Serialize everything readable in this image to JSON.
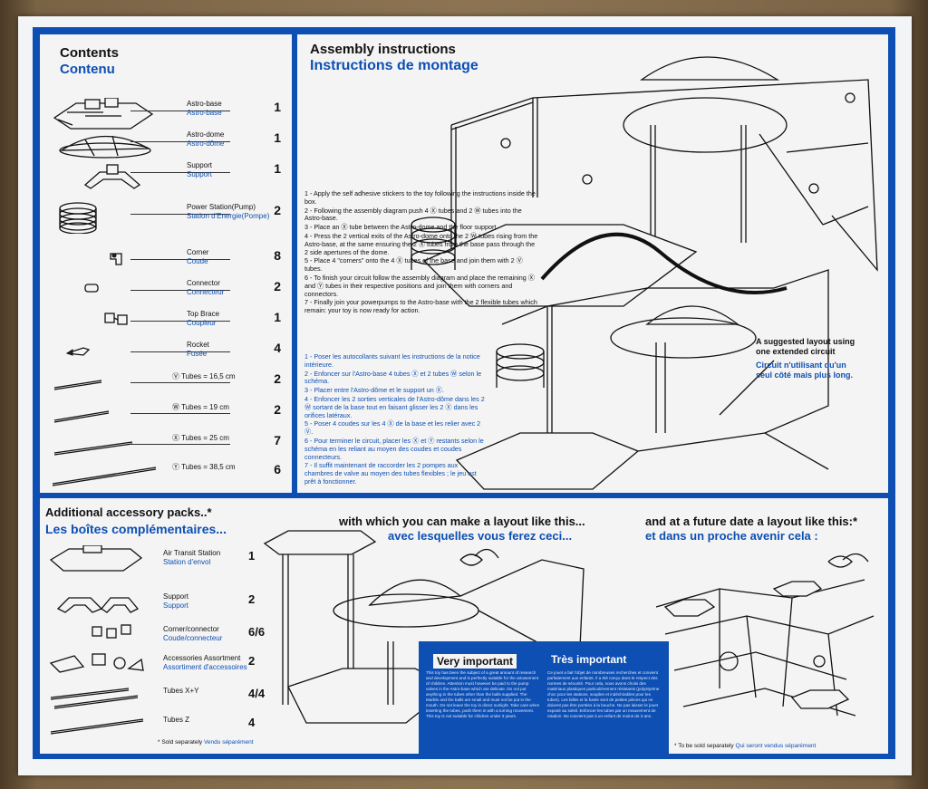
{
  "contents": {
    "title_en": "Contents",
    "title_fr": "Contenu",
    "items": [
      {
        "en": "Astro-base",
        "fr": "Astro-base",
        "qty": "1"
      },
      {
        "en": "Astro-dome",
        "fr": "Astro-dôme",
        "qty": "1"
      },
      {
        "en": "Support",
        "fr": "Support",
        "qty": "1"
      },
      {
        "en": "Power Station(Pump)",
        "fr": "Station d'Energie(Pompe)",
        "qty": "2"
      },
      {
        "en": "Corner",
        "fr": "Coude",
        "qty": "8"
      },
      {
        "en": "Connector",
        "fr": "Connecteur",
        "qty": "2"
      },
      {
        "en": "Top Brace",
        "fr": "Coupleur",
        "qty": "1"
      },
      {
        "en": "Rocket",
        "fr": "Fusée",
        "qty": "4"
      },
      {
        "en": "Ⓥ Tubes = 16,5 cm",
        "fr": "",
        "qty": "2"
      },
      {
        "en": "Ⓦ Tubes = 19 cm",
        "fr": "",
        "qty": "2"
      },
      {
        "en": "Ⓧ Tubes = 25 cm",
        "fr": "",
        "qty": "7"
      },
      {
        "en": "Ⓨ Tubes = 38,5 cm",
        "fr": "",
        "qty": "6"
      }
    ]
  },
  "assembly": {
    "title_en": "Assembly instructions",
    "title_fr": "Instructions de montage",
    "steps_en": [
      "1 - Apply the self adhesive stickers to the toy following the instructions inside the box.",
      "2 - Following the assembly diagram push 4 Ⓧ tubes and 2 Ⓦ tubes into the Astro-base.",
      "3 - Place an Ⓧ tube between the Astro-dome and the floor support.",
      "4 - Press the 2 vertical exits of the Astro-dome onto the 2 Ⓦ tubes rising from the Astro-base, at the same ensuring the 2 Ⓧ tubes from the base pass through the 2 side apertures of the dome.",
      "5 - Place 4 \"corners\" onto the 4 Ⓧ tubes of the base and join them with 2 Ⓥ tubes.",
      "6 - To finish your circuit follow the assembly diagram and place the remaining Ⓧ and Ⓨ tubes in their respective positions and join them with corners and connectors.",
      "7 - Finally join your powerpumps to the Astro-base with the 2 flexible tubes which remain: your toy is now ready for action."
    ],
    "steps_fr": [
      "1 - Poser les autocollants suivant les instructions de la notice intérieure.",
      "2 - Enfoncer sur l'Astro-base 4 tubes Ⓧ et 2 tubes Ⓦ selon le schéma.",
      "3 - Placer entre l'Astro-dôme et le support un Ⓧ.",
      "4 - Enfoncer les 2 sorties verticales de l'Astro-dôme dans les 2 Ⓦ sortant de la base tout en faisant glisser les 2 Ⓧ dans les orifices latéraux.",
      "5 - Poser 4 coudes sur les 4 Ⓧ de la base et les relier avec 2 Ⓥ.",
      "6 - Pour terminer le circuit, placer les Ⓧ et Ⓨ restants selon le schéma en les reliant au moyen des coudes et coudes connecteurs.",
      "7 - Il suffit maintenant de raccorder les 2 pompes aux chambres de valve au moyen des tubes flexibles ; le jeu est prêt à fonctionner."
    ],
    "suggest_en": "A suggested layout using one extended circuit",
    "suggest_fr": "Circuit n'utilisant qu'un seul côté mais plus long.",
    "tube_labels": [
      "V",
      "W",
      "X",
      "Y"
    ]
  },
  "accessory": {
    "title_en": "Additional accessory packs..*",
    "title_fr": "Les boîtes complémentaires...",
    "items": [
      {
        "en": "Air Transit Station",
        "fr": "Station d'envol",
        "qty": "1"
      },
      {
        "en": "Support",
        "fr": "Support",
        "qty": "2"
      },
      {
        "en": "Corner/connector",
        "fr": "Coude/connecteur",
        "qty": "6/6"
      },
      {
        "en": "Accessories Assortment",
        "fr": "Assortiment d'accessoires",
        "qty": "2"
      },
      {
        "en": "Tubes X+Y",
        "fr": "",
        "qty": "4/4"
      },
      {
        "en": "Tubes Z",
        "fr": "",
        "qty": "4"
      }
    ],
    "sold_en": "* Sold separately",
    "sold_fr": "Vendu séparément"
  },
  "layout1": {
    "title_en": "with which you can make a layout like this...",
    "title_fr": "avec lesquelles vous ferez ceci..."
  },
  "layout2": {
    "title_en": "and at a future date a layout like this:*",
    "title_fr": "et dans un proche avenir cela :",
    "sold_en": "* To be sold separately",
    "sold_fr": "Qui seront vendus séparément"
  },
  "important": {
    "title_en": "Very important",
    "title_fr": "Très important",
    "text_en": "This toy has been the subject of a great amount of research and development and is perfectly suitable for the amusement of children. Attention must however be paid to the pump valves in the Astro-base which are delicate. Do not put anything in the tubes other than the balls supplied. The Marble and the balls are small and must not be put in the mouth. Do not leave the toy in direct sunlight. Take care when inserting the tubes, push them in with a turning movement. This toy is not suitable for children under 3 years.",
    "text_fr": "Ce jouet a fait l'objet de nombreuses recherches et convient parfaitement aux enfants. Il a été conçu dans le respect des normes de sécurité. Pour cela, nous avons choisi des matériaux plastiques particulièrement résistants (polystyrène choc pour les stations, souples et indéchirables pour les tubes). Les billes et la fusée sont de petites pièces qui ne doivent pas être portées à la bouche. Ne pas laisser le jouet exposé au soleil. Enfoncer les tubes par un mouvement de rotation. Ne convient pas à un enfant de moins de 3 ans."
  }
}
